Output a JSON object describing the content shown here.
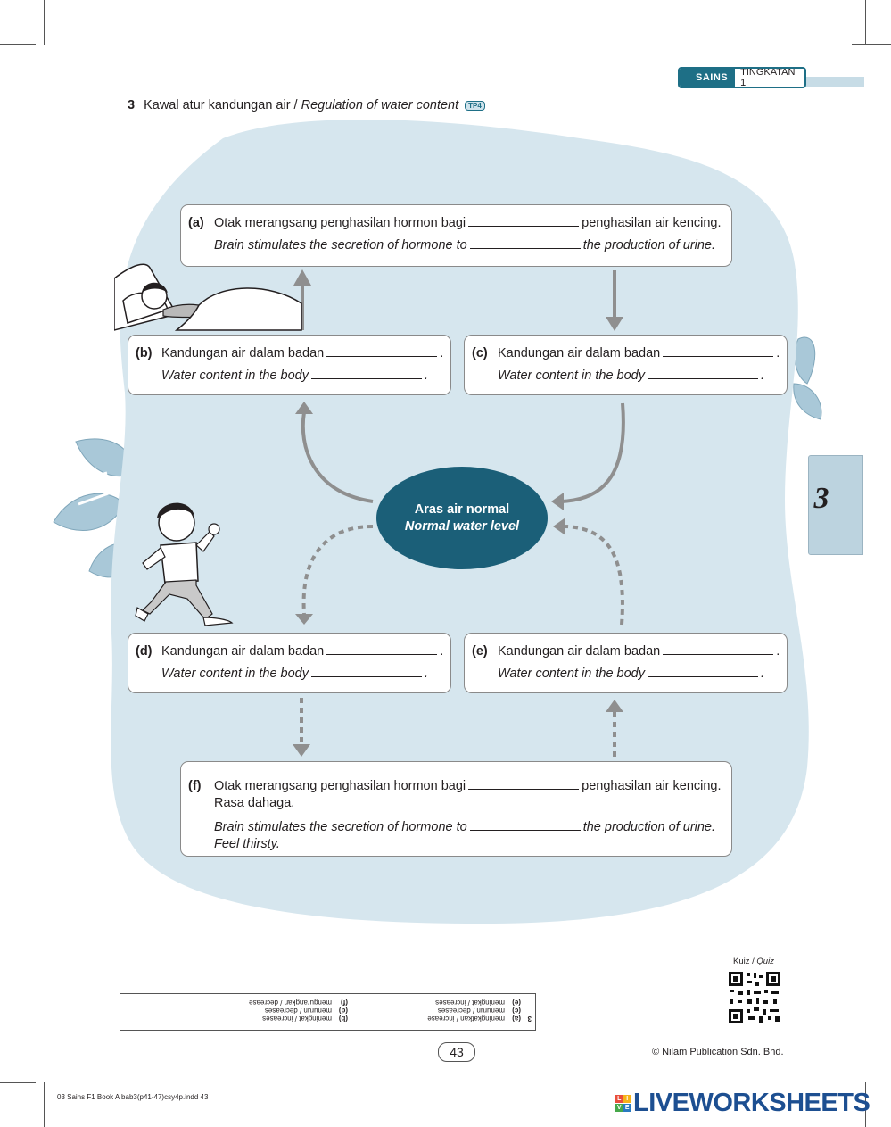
{
  "header": {
    "subject": "SAINS",
    "level": "TINGKATAN 1"
  },
  "question": {
    "number": "3",
    "title_ms": "Kawal atur kandungan air / ",
    "title_en": "Regulation of water content",
    "badge": "TP4"
  },
  "center": {
    "line1": "Aras air normal",
    "line2": "Normal water level"
  },
  "boxes": {
    "a": {
      "label": "(a)",
      "ms_before": "Otak merangsang penghasilan hormon bagi",
      "ms_after": "penghasilan air kencing.",
      "en_before": "Brain stimulates the secretion of hormone to",
      "en_after": "the production of urine."
    },
    "b": {
      "label": "(b)",
      "ms": "Kandungan air dalam badan",
      "en": "Water content in the body"
    },
    "c": {
      "label": "(c)",
      "ms": "Kandungan air dalam badan",
      "en": "Water content in the body"
    },
    "d": {
      "label": "(d)",
      "ms": "Kandungan air dalam badan",
      "en": "Water content in the body"
    },
    "e": {
      "label": "(e)",
      "ms": "Kandungan air dalam badan",
      "en": "Water content in the body"
    },
    "f": {
      "label": "(f)",
      "ms_before": "Otak merangsang penghasilan hormon bagi",
      "ms_after": "penghasilan air kencing.",
      "ms_extra": "Rasa dahaga.",
      "en_before": "Brain stimulates the secretion of hormone to",
      "en_after": "the production of urine.",
      "en_extra": "Feel thirsty."
    }
  },
  "period": ".",
  "chapter_tab": "3",
  "answers": {
    "q": "3",
    "a_label": "(a)",
    "a": "meningkatkan / increase",
    "b_label": "(b)",
    "b": "meningkat / increases",
    "c_label": "(c)",
    "c": "menurun / decreases",
    "d_label": "(d)",
    "d": "menurun / decreases",
    "e_label": "(e)",
    "e": "meningkat / increases",
    "f_label": "(f)",
    "f": "mengurangkan / decrease"
  },
  "quiz_label_ms": "Kuiz / ",
  "quiz_label_en": "Quiz",
  "page_number": "43",
  "copyright": "© Nilam Publication Sdn. Bhd.",
  "footer_file": "03 Sains F1 Book A bab3(p41-47)csy4p.indd   43",
  "watermark": "LIVEWORKSHEETS",
  "watermark_icon": [
    "L",
    "I",
    "V",
    "E"
  ],
  "colors": {
    "accent": "#1b5f78",
    "blob": "#d6e6ee",
    "arrow": "#8f8f8f"
  }
}
